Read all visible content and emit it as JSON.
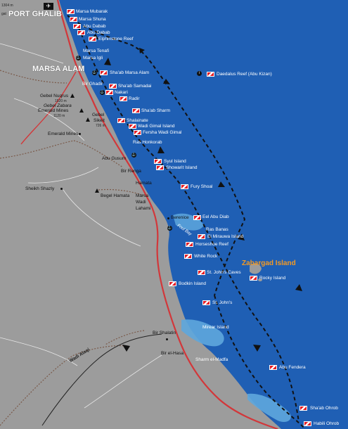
{
  "map": {
    "top_left": {
      "code_1": "1304 m",
      "code_2": "gat"
    },
    "towns": {
      "port_ghalib": "PORT GHALIB",
      "marsa_alam": "MARSA ALAM"
    },
    "island_label": "Zabargad Island",
    "wadi_label": "Wadi Alaqi",
    "bay_label": "Foul Bay",
    "sites": [
      "Marsa Mubarak",
      "Marsa Shuna",
      "Abu Dabab",
      "Abu Dabab",
      "Elphinstone Reef",
      "Marsa Tenafi",
      "Marsa Igli",
      "Sha'ab Marsa Alam",
      "Sha'ab Samadai",
      "Nakari",
      "Radir",
      "Sha'ab Sharm",
      "Shalainate",
      "Wadi Gimal Island",
      "Fersha Wadi Gimal",
      "Ras Honkorab",
      "Syul Island",
      "Showarit Island",
      "Fury Shoal",
      "Eel Abu Diab",
      "Ras Banas",
      "El Mirauwa Island",
      "Horseshoe Reef",
      "White Rock",
      "St. John's Caves",
      "Bodkin Island",
      "St. John's",
      "Mirear Island",
      "Sharm el-Madfa",
      "Abu Fendera",
      "Sha'ab Ohrob",
      "Habili Ohrob",
      "Daedalus Reef (Abu Kizan)",
      "Rocky Island"
    ],
    "land": [
      "Bir Ghadir",
      "Gebel Nuqrus",
      "1520 m",
      "Gebel Zabara",
      "Emerald Mines",
      "1120 m",
      "Gebel",
      "Sikeit",
      "726 m",
      "Emerald Mines",
      "Abu Gusum",
      "Bir Renga",
      "Hamata",
      "Sheikh Shazly",
      "Begel Hamata",
      "Marsa",
      "Wadi",
      "Lahami",
      "Berenice",
      "Bir Shalatin",
      "Bir el-Hasa"
    ]
  },
  "colors": {
    "land": "#9c9c9c",
    "sea": "#1f5fb4",
    "shallow": "#5ea7dd",
    "coast_road": "#d2373a",
    "route": "#111111",
    "island": "#f39a24"
  },
  "icons": [
    "dive-flag-icon",
    "anchor-icon",
    "peak-icon",
    "airport-icon",
    "location-dot-icon"
  ]
}
